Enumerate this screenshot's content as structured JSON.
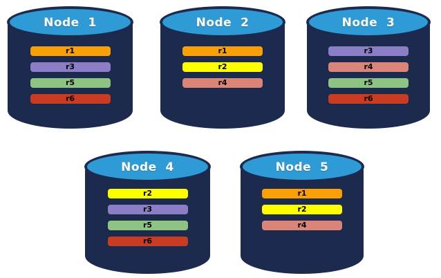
{
  "diagram": {
    "type": "replica-distribution",
    "background": "#ffffff"
  },
  "palette": {
    "cylinder_body": "#1b2a4d",
    "cylinder_top": "#2f9bd6",
    "title_text": "#ffffff",
    "bar_text": "#000000",
    "replicas": {
      "r1": "#f9a008",
      "r2": "#fbff00",
      "r3": "#8b7ec6",
      "r4": "#db8478",
      "r5": "#8dc483",
      "r6": "#c93c22"
    }
  },
  "nodes": [
    {
      "title": "Node  1",
      "bars": [
        {
          "label": "r1",
          "color": "#f9a008"
        },
        {
          "label": "r3",
          "color": "#8b7ec6"
        },
        {
          "label": "r5",
          "color": "#8dc483"
        },
        {
          "label": "r6",
          "color": "#c93c22"
        }
      ]
    },
    {
      "title": "Node  2",
      "bars": [
        {
          "label": "r1",
          "color": "#f9a008"
        },
        {
          "label": "r2",
          "color": "#fbff00"
        },
        {
          "label": "r4",
          "color": "#db8478"
        }
      ]
    },
    {
      "title": "Node  3",
      "bars": [
        {
          "label": "r3",
          "color": "#8b7ec6"
        },
        {
          "label": "r4",
          "color": "#db8478"
        },
        {
          "label": "r5",
          "color": "#8dc483"
        },
        {
          "label": "r6",
          "color": "#c93c22"
        }
      ]
    },
    {
      "title": "Node  4",
      "bars": [
        {
          "label": "r2",
          "color": "#fbff00"
        },
        {
          "label": "r3",
          "color": "#8b7ec6"
        },
        {
          "label": "r5",
          "color": "#8dc483"
        },
        {
          "label": "r6",
          "color": "#c93c22"
        }
      ]
    },
    {
      "title": "Node  5",
      "bars": [
        {
          "label": "r1",
          "color": "#f9a008"
        },
        {
          "label": "r2",
          "color": "#fbff00"
        },
        {
          "label": "r4",
          "color": "#db8478"
        }
      ]
    }
  ]
}
